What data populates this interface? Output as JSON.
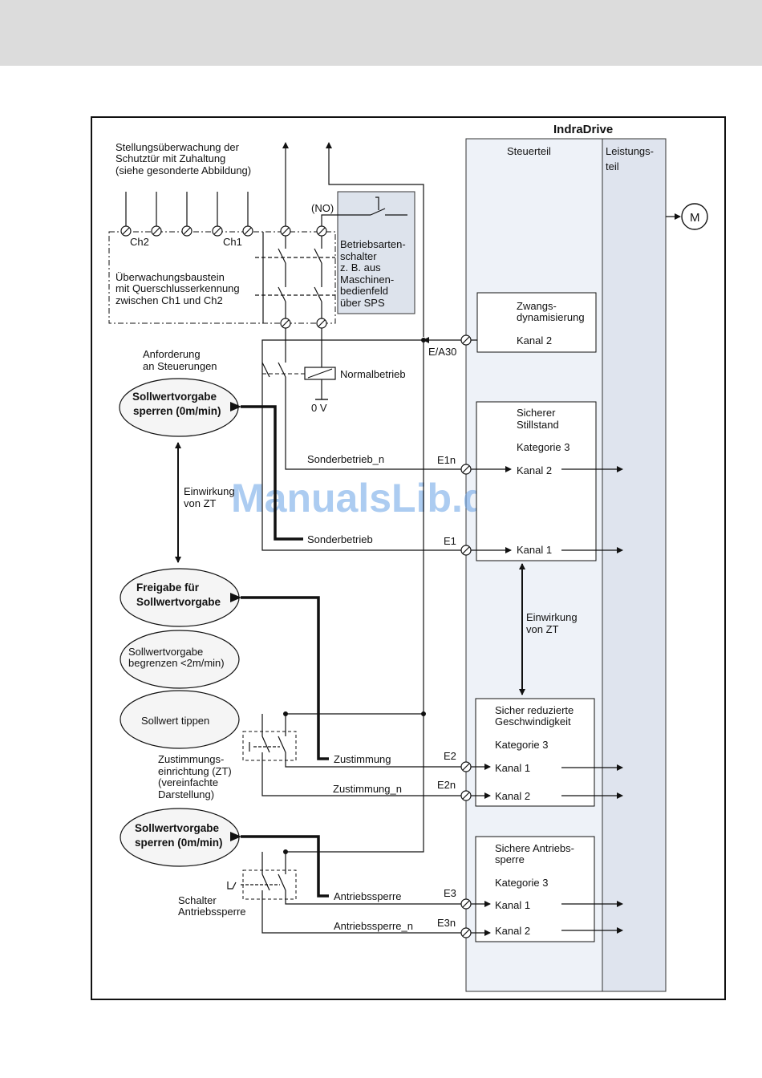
{
  "title": "IndraDrive",
  "watermark": "ManualsLib.de",
  "columns": {
    "control": "Steuerteil",
    "power_line1": "Leistungs-",
    "power_line2": "teil"
  },
  "motor": "M",
  "door_monitor": {
    "line1": "Stellungsüberwachung der",
    "line2": "Schutztür mit Zuhaltung",
    "line3": "(siehe gesonderte Abbildung)"
  },
  "channels": {
    "ch2": "Ch2",
    "ch1": "Ch1"
  },
  "monitor_module": {
    "line1": "Überwachungsbaustein",
    "line2": "mit Querschlusserkennung",
    "line3": "zwischen Ch1 und Ch2"
  },
  "no_contact": "(NO)",
  "mode_switch": {
    "line1": "Betriebsarten-",
    "line2": "schalter",
    "line3": "z. B. aus",
    "line4": "Maschinen-",
    "line5": "bedienfeld",
    "line6": "über SPS"
  },
  "request": {
    "line1": "Anforderung",
    "line2": "an Steuerungen"
  },
  "normal_mode": "Normalbetrieb",
  "zero_volt": "0 V",
  "ellipses": {
    "e1_line1": "Sollwertvorgabe",
    "e1_line2": "sperren (0m/min)",
    "e2_line1": "Freigabe für",
    "e2_line2": "Sollwertvorgabe",
    "e3_line1": "Sollwertvorgabe",
    "e3_line2": "begrenzen <2m/min)",
    "e4": "Sollwert tippen",
    "e5_line1": "Sollwertvorgabe",
    "e5_line2": "sperren (0m/min)"
  },
  "influence_left": {
    "line1": "Einwirkung",
    "line2": "von ZT"
  },
  "influence_right": {
    "line1": "Einwirkung",
    "line2": "von ZT"
  },
  "signals": {
    "sonderbetrieb_n": "Sonderbetrieb_n",
    "sonderbetrieb": "Sonderbetrieb",
    "zustimmung": "Zustimmung",
    "zustimmung_n": "Zustimmung_n",
    "antriebssperre": "Antriebssperre",
    "antriebssperre_n": "Antriebssperre_n"
  },
  "terminals": {
    "ea30": "E/A30",
    "e1n": "E1n",
    "e1": "E1",
    "e2": "E2",
    "e2n": "E2n",
    "e3": "E3",
    "e3n": "E3n"
  },
  "enabling_device": {
    "line1": "Zustimmungs-",
    "line2": "einrichtung (ZT)",
    "line3": "(vereinfachte",
    "line4": "Darstellung)"
  },
  "drive_switch": {
    "line1": "Schalter",
    "line2": "Antriebssperre"
  },
  "blocks": {
    "forced": {
      "line1": "Zwangs-",
      "line2": "dynamisierung",
      "k2": "Kanal 2"
    },
    "standstill": {
      "line1": "Sicherer",
      "line2": "Stillstand",
      "cat": "Kategorie 3",
      "k2": "Kanal 2",
      "k1": "Kanal 1"
    },
    "reduced": {
      "line1": "Sicher reduzierte",
      "line2": "Geschwindigkeit",
      "cat": "Kategorie 3",
      "k1": "Kanal 1",
      "k2": "Kanal 2"
    },
    "blocking": {
      "line1": "Sichere Antriebs-",
      "line2": "sperre",
      "cat": "Kategorie 3",
      "k1": "Kanal 1",
      "k2": "Kanal 2"
    }
  },
  "colors": {
    "header_band": "#dcdcdc",
    "control_panel": "#eef2f8",
    "power_panel": "#dfe4ee",
    "mode_box": "#dde3ec",
    "watermark": "#6aa3e6"
  }
}
